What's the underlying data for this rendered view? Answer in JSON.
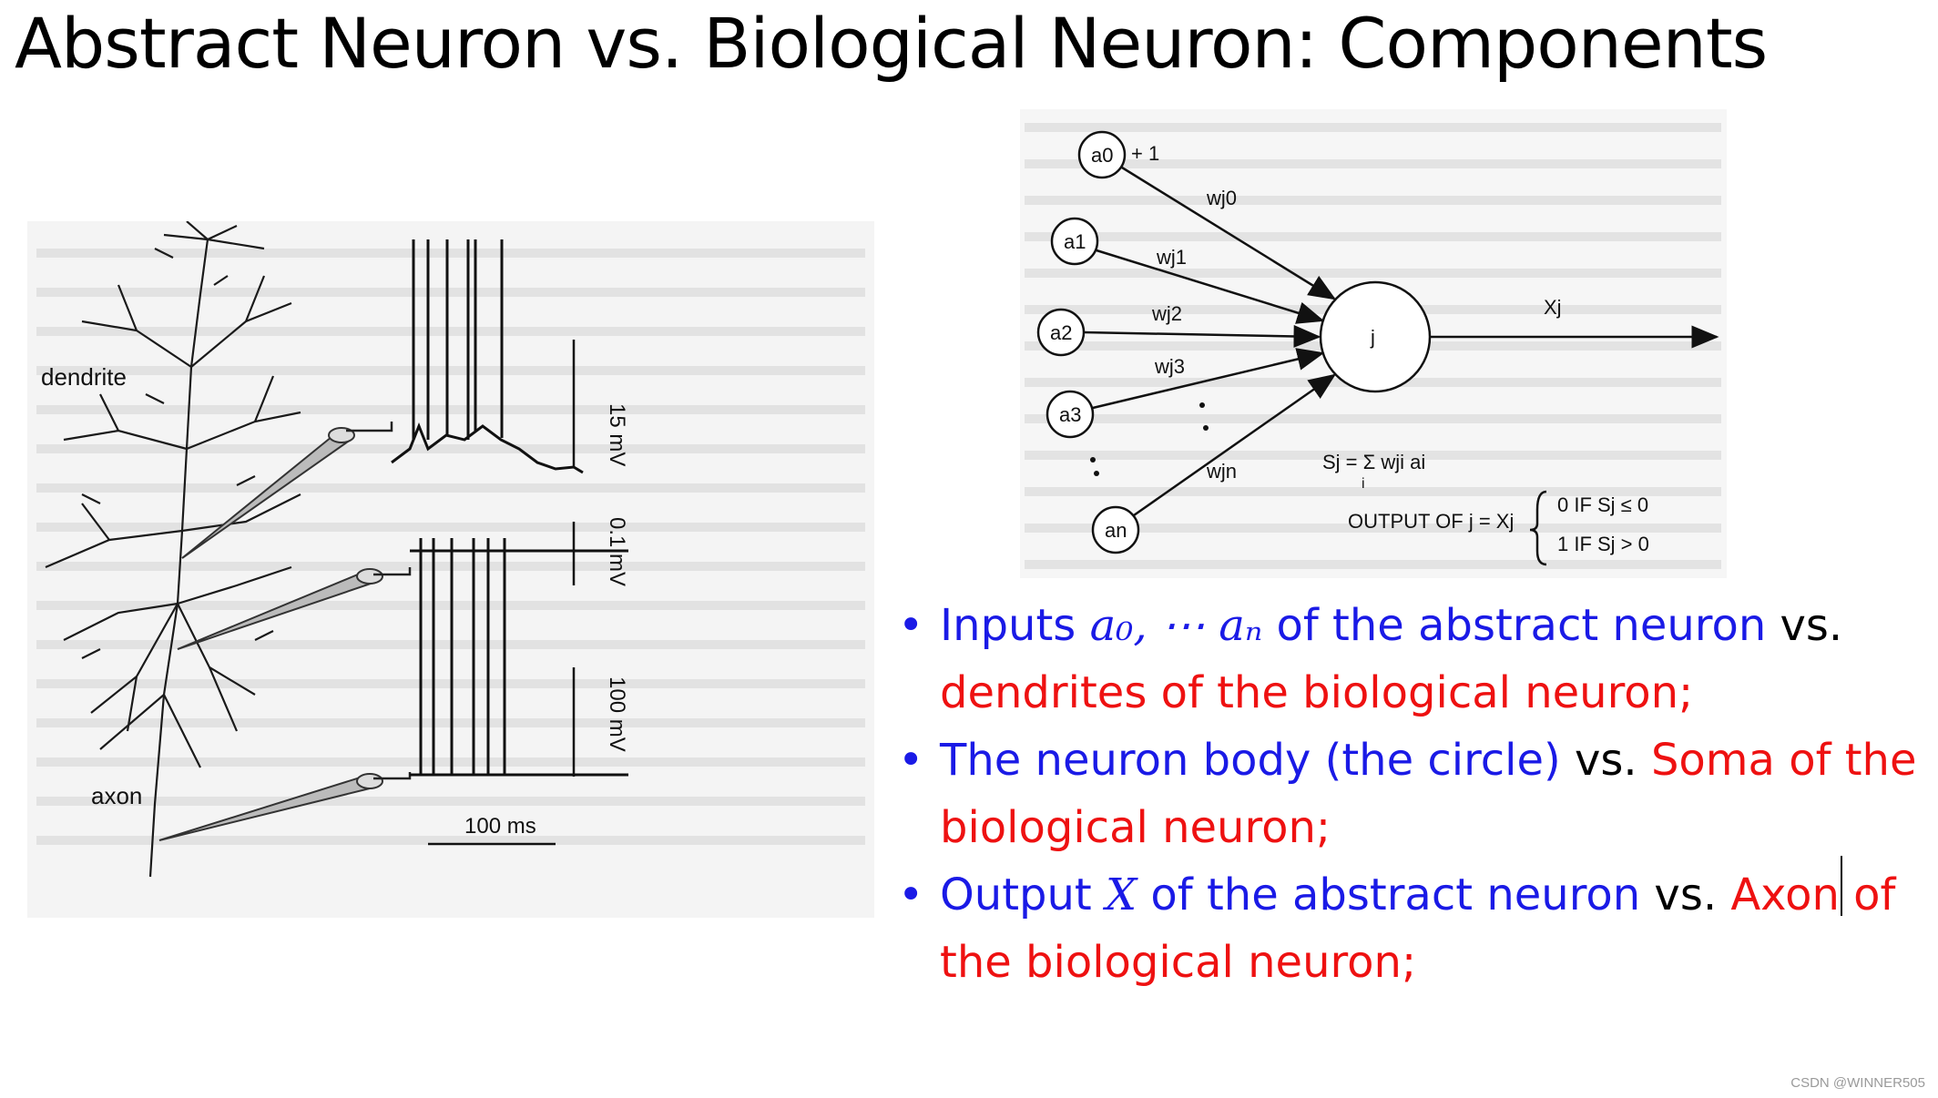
{
  "slide": {
    "title": "Abstract Neuron vs. Biological Neuron: Components"
  },
  "biological_figure": {
    "labels": {
      "dendrite": "dendrite",
      "axon": "axon",
      "scale_15mv": "15 mV",
      "scale_01mv": "0.1 mV",
      "scale_100mv": "100 mV",
      "scale_100ms": "100 ms"
    }
  },
  "abstract_figure": {
    "inputs": [
      {
        "node": "a0",
        "weight": "wj0",
        "extra": "+ 1"
      },
      {
        "node": "a1",
        "weight": "wj1"
      },
      {
        "node": "a2",
        "weight": "wj2"
      },
      {
        "node": "a3",
        "weight": "wj3"
      },
      {
        "node": "an",
        "weight": "wjn"
      }
    ],
    "body_label": "j",
    "output_label": "Xj",
    "sum_formula": "Sj = Σ wji ai",
    "sum_index": "i",
    "output_rule_prefix": "OUTPUT OF j = Xj",
    "rule_zero": "0  IF  Sj ≤ 0",
    "rule_one": "1  IF  Sj > 0"
  },
  "bullets": [
    {
      "blue_pre": "Inputs ",
      "math": "a₀, ⋯ aₙ",
      "blue_post": " of the abstract neuron",
      "black": " vs. ",
      "red": "dendrites of the biological neuron;"
    },
    {
      "blue": "The neuron body (the circle)",
      "black": " vs. ",
      "red": "Soma of the biological neuron;"
    },
    {
      "blue_pre": "Output ",
      "math": "X",
      "blue_post": " of the abstract neuron",
      "black": " vs. ",
      "red": "Axon of the biological neuron;"
    }
  ],
  "bullet_symbol": "•",
  "colors": {
    "blue": "#1a1ae6",
    "red": "#ee1111",
    "text": "#000000"
  },
  "watermark": "CSDN @WINNER505"
}
